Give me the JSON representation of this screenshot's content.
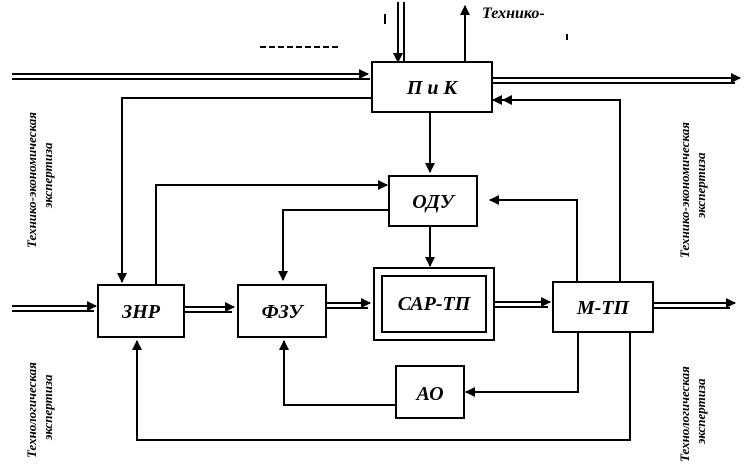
{
  "blocks": {
    "pik": "П и К",
    "odu": "ОДУ",
    "znr": "ЗНР",
    "fzu": "ФЗУ",
    "sar": "САР-ТП",
    "mtp": "М-ТП",
    "ao": "АО"
  },
  "labels": {
    "top_right": "Технико-",
    "left_upper": [
      "Технико-экономическая",
      "экспертиза"
    ],
    "left_lower": [
      "Технологическая",
      "экспертиза"
    ],
    "right_upper": [
      "Технико-экономическая",
      "экспертиза"
    ],
    "right_lower": [
      "Технологическая",
      "экспертиза"
    ]
  }
}
